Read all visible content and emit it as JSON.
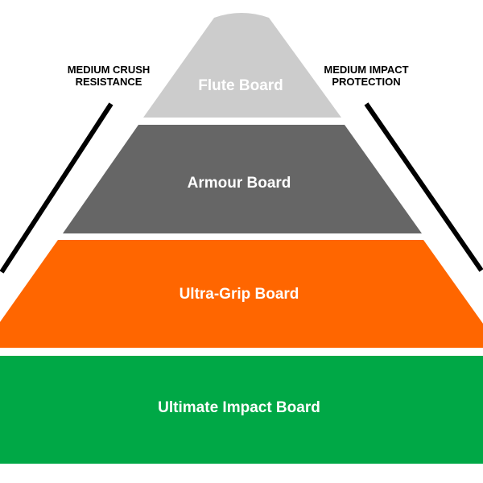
{
  "side_labels": {
    "left": "MEDIUM CRUSH\nRESISTANCE",
    "right": "MEDIUM IMPACT\nPROTECTION"
  },
  "tiers": [
    {
      "name": "flute",
      "label": "Flute Board",
      "color": "#cccccc"
    },
    {
      "name": "armour",
      "label": "Armour Board",
      "color": "#666666"
    },
    {
      "name": "ultra-grip",
      "label": "Ultra-Grip Board",
      "color": "#ff6600"
    },
    {
      "name": "ultimate-impact",
      "label": "Ultimate Impact Board",
      "color": "#00a846"
    }
  ],
  "line_color": "#000000"
}
